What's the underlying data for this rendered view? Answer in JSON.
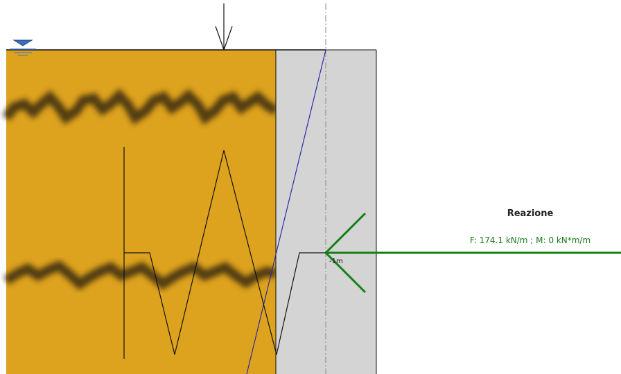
{
  "reaction": {
    "title": "Reazione",
    "values": "F: 174.1 kN/m ; M: 0 kN*m/m",
    "depth_label": "-1m"
  },
  "colors": {
    "soil": "#DDA21E",
    "wall": "#D4D4D4",
    "pressure_line": "#2B2BA8",
    "reaction_arrow": "#138013",
    "outline": "#111111",
    "water_symbol": "#3A6FC4"
  },
  "icons": {
    "water_table": "water-level-triangle",
    "load": "downward-arrow",
    "anchor": "spring-anchor",
    "reaction": "leftward-arrow"
  }
}
